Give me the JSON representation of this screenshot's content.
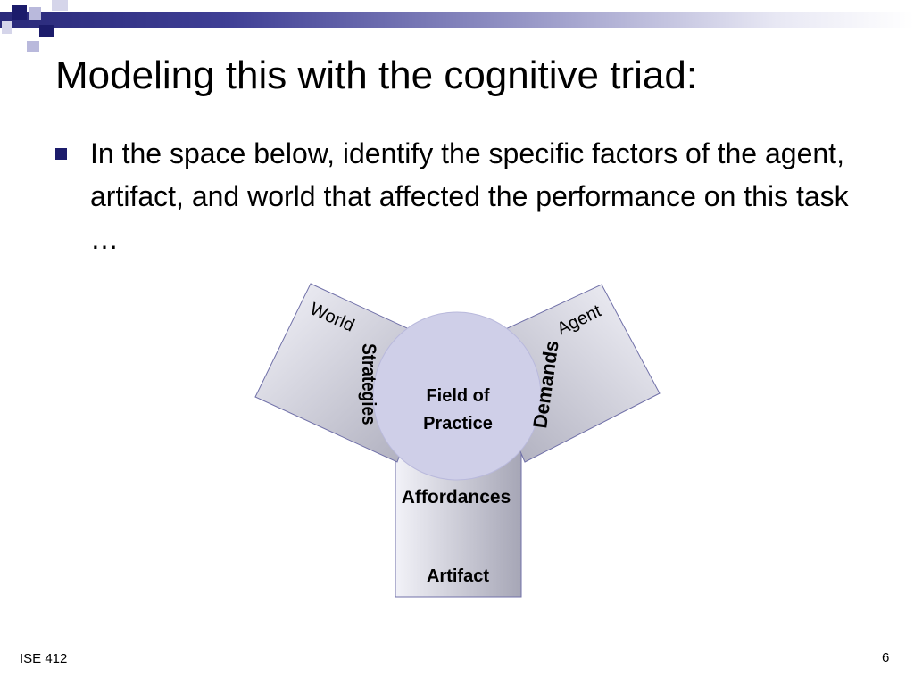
{
  "slide": {
    "title": "Modeling this with the cognitive triad:",
    "bullet": "In the space below, identify the specific factors of the agent, artifact, and world that affected the performance on this task …"
  },
  "diagram": {
    "world_label": "World",
    "agent_label": "Agent",
    "artifact_label": "Artifact",
    "center_line1": "Field of",
    "center_line2": "Practice",
    "strategies_label": "Strategies",
    "demands_label": "Demands",
    "affordances_label": "Affordances"
  },
  "footer": {
    "course": "ISE 412",
    "page_number": "6"
  },
  "colors": {
    "accent_dark": "#1c1c6b",
    "panel_stroke": "#7070a8",
    "circle_fill": "#cfcfe8"
  }
}
